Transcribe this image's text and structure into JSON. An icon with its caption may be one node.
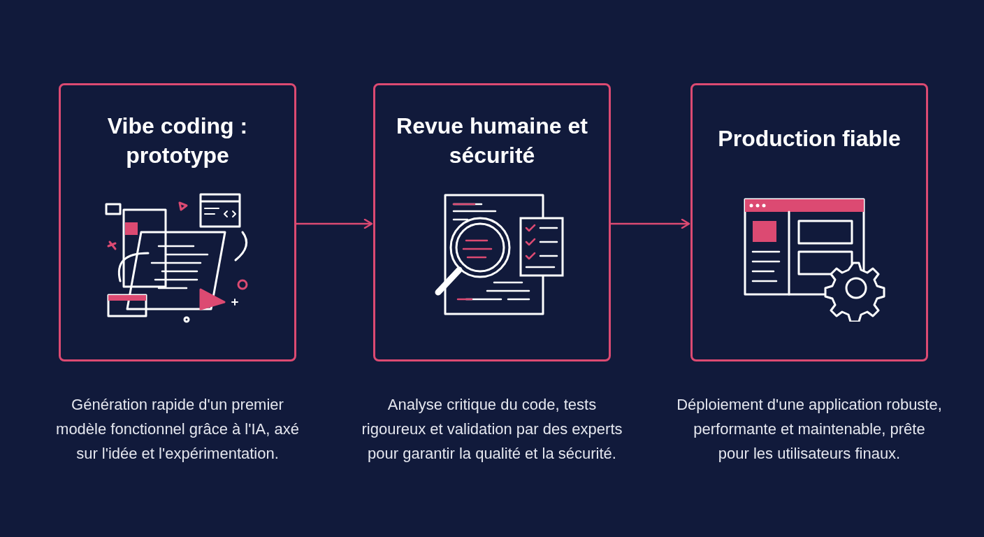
{
  "diagram": {
    "nodes": [
      {
        "text": [
          "Vibe coding : prototype"
        ],
        "beside": [
          "Génération rapide d'un premier modèle fonctionnel grâce à l'IA, axé sur l'idée et l'expérimentation."
        ]
      },
      {
        "text": [
          "Revue humaine et sécurité"
        ],
        "beside": [
          "Analyse critique du code, tests rigoureux et validation par des experts pour garantir la qualité et la sécurité."
        ]
      },
      {
        "text": [
          "Production fiable"
        ],
        "beside": [
          "Déploiement d'une application robuste, performante et maintenable, prête pour les utilisateurs finaux."
        ]
      }
    ],
    "edges": [
      {
        "from": 0,
        "to": 1,
        "arrow": "to"
      },
      {
        "from": 1,
        "to": 2,
        "arrow": "to"
      }
    ]
  }
}
